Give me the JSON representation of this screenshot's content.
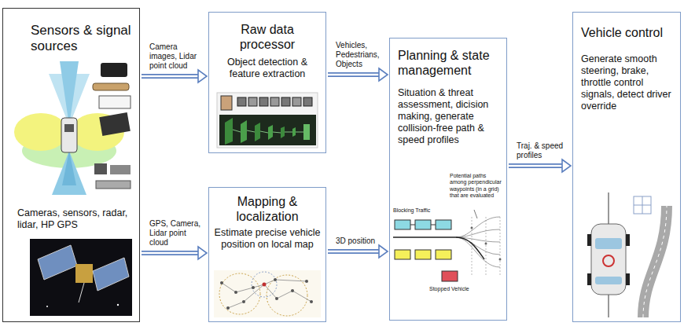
{
  "diagram": {
    "nodes": [
      {
        "text": [
          "Sensors & signal sources",
          "Cameras, sensors, radar, lidar, HP GPS"
        ]
      },
      {
        "text": [
          "Raw data processor",
          "Object detection & feature extraction"
        ]
      },
      {
        "text": [
          "Mapping & localization",
          "Estimate precise vehicle position on local map"
        ]
      },
      {
        "text": [
          "Planning & state management",
          "Situation & threat assessment, dicision making, generate collision-free path & speed profiles"
        ]
      },
      {
        "text": [
          "Vehicle control",
          "Generate smooth steering, brake, throttle control signals, detect driver override"
        ]
      }
    ],
    "edges": [
      {
        "from": 0,
        "to": 1,
        "arrow": "to",
        "label": "Camera images, Lidar point cloud"
      },
      {
        "from": 0,
        "to": 2,
        "arrow": "to",
        "label": "GPS, Camera, Lidar point cloud"
      },
      {
        "from": 1,
        "to": 3,
        "arrow": "to",
        "label": "Vehicles, Pedestrians, Objects"
      },
      {
        "from": 2,
        "to": 3,
        "arrow": "to",
        "label": "3D position"
      },
      {
        "from": 3,
        "to": 4,
        "arrow": "to",
        "label": "Traj. & speed profiles"
      }
    ],
    "labels": [
      "Blocking Traffic",
      "Potential paths among perpendicular waypoints (in a grid) that are evaluated",
      "Stopped Vehicle"
    ]
  }
}
